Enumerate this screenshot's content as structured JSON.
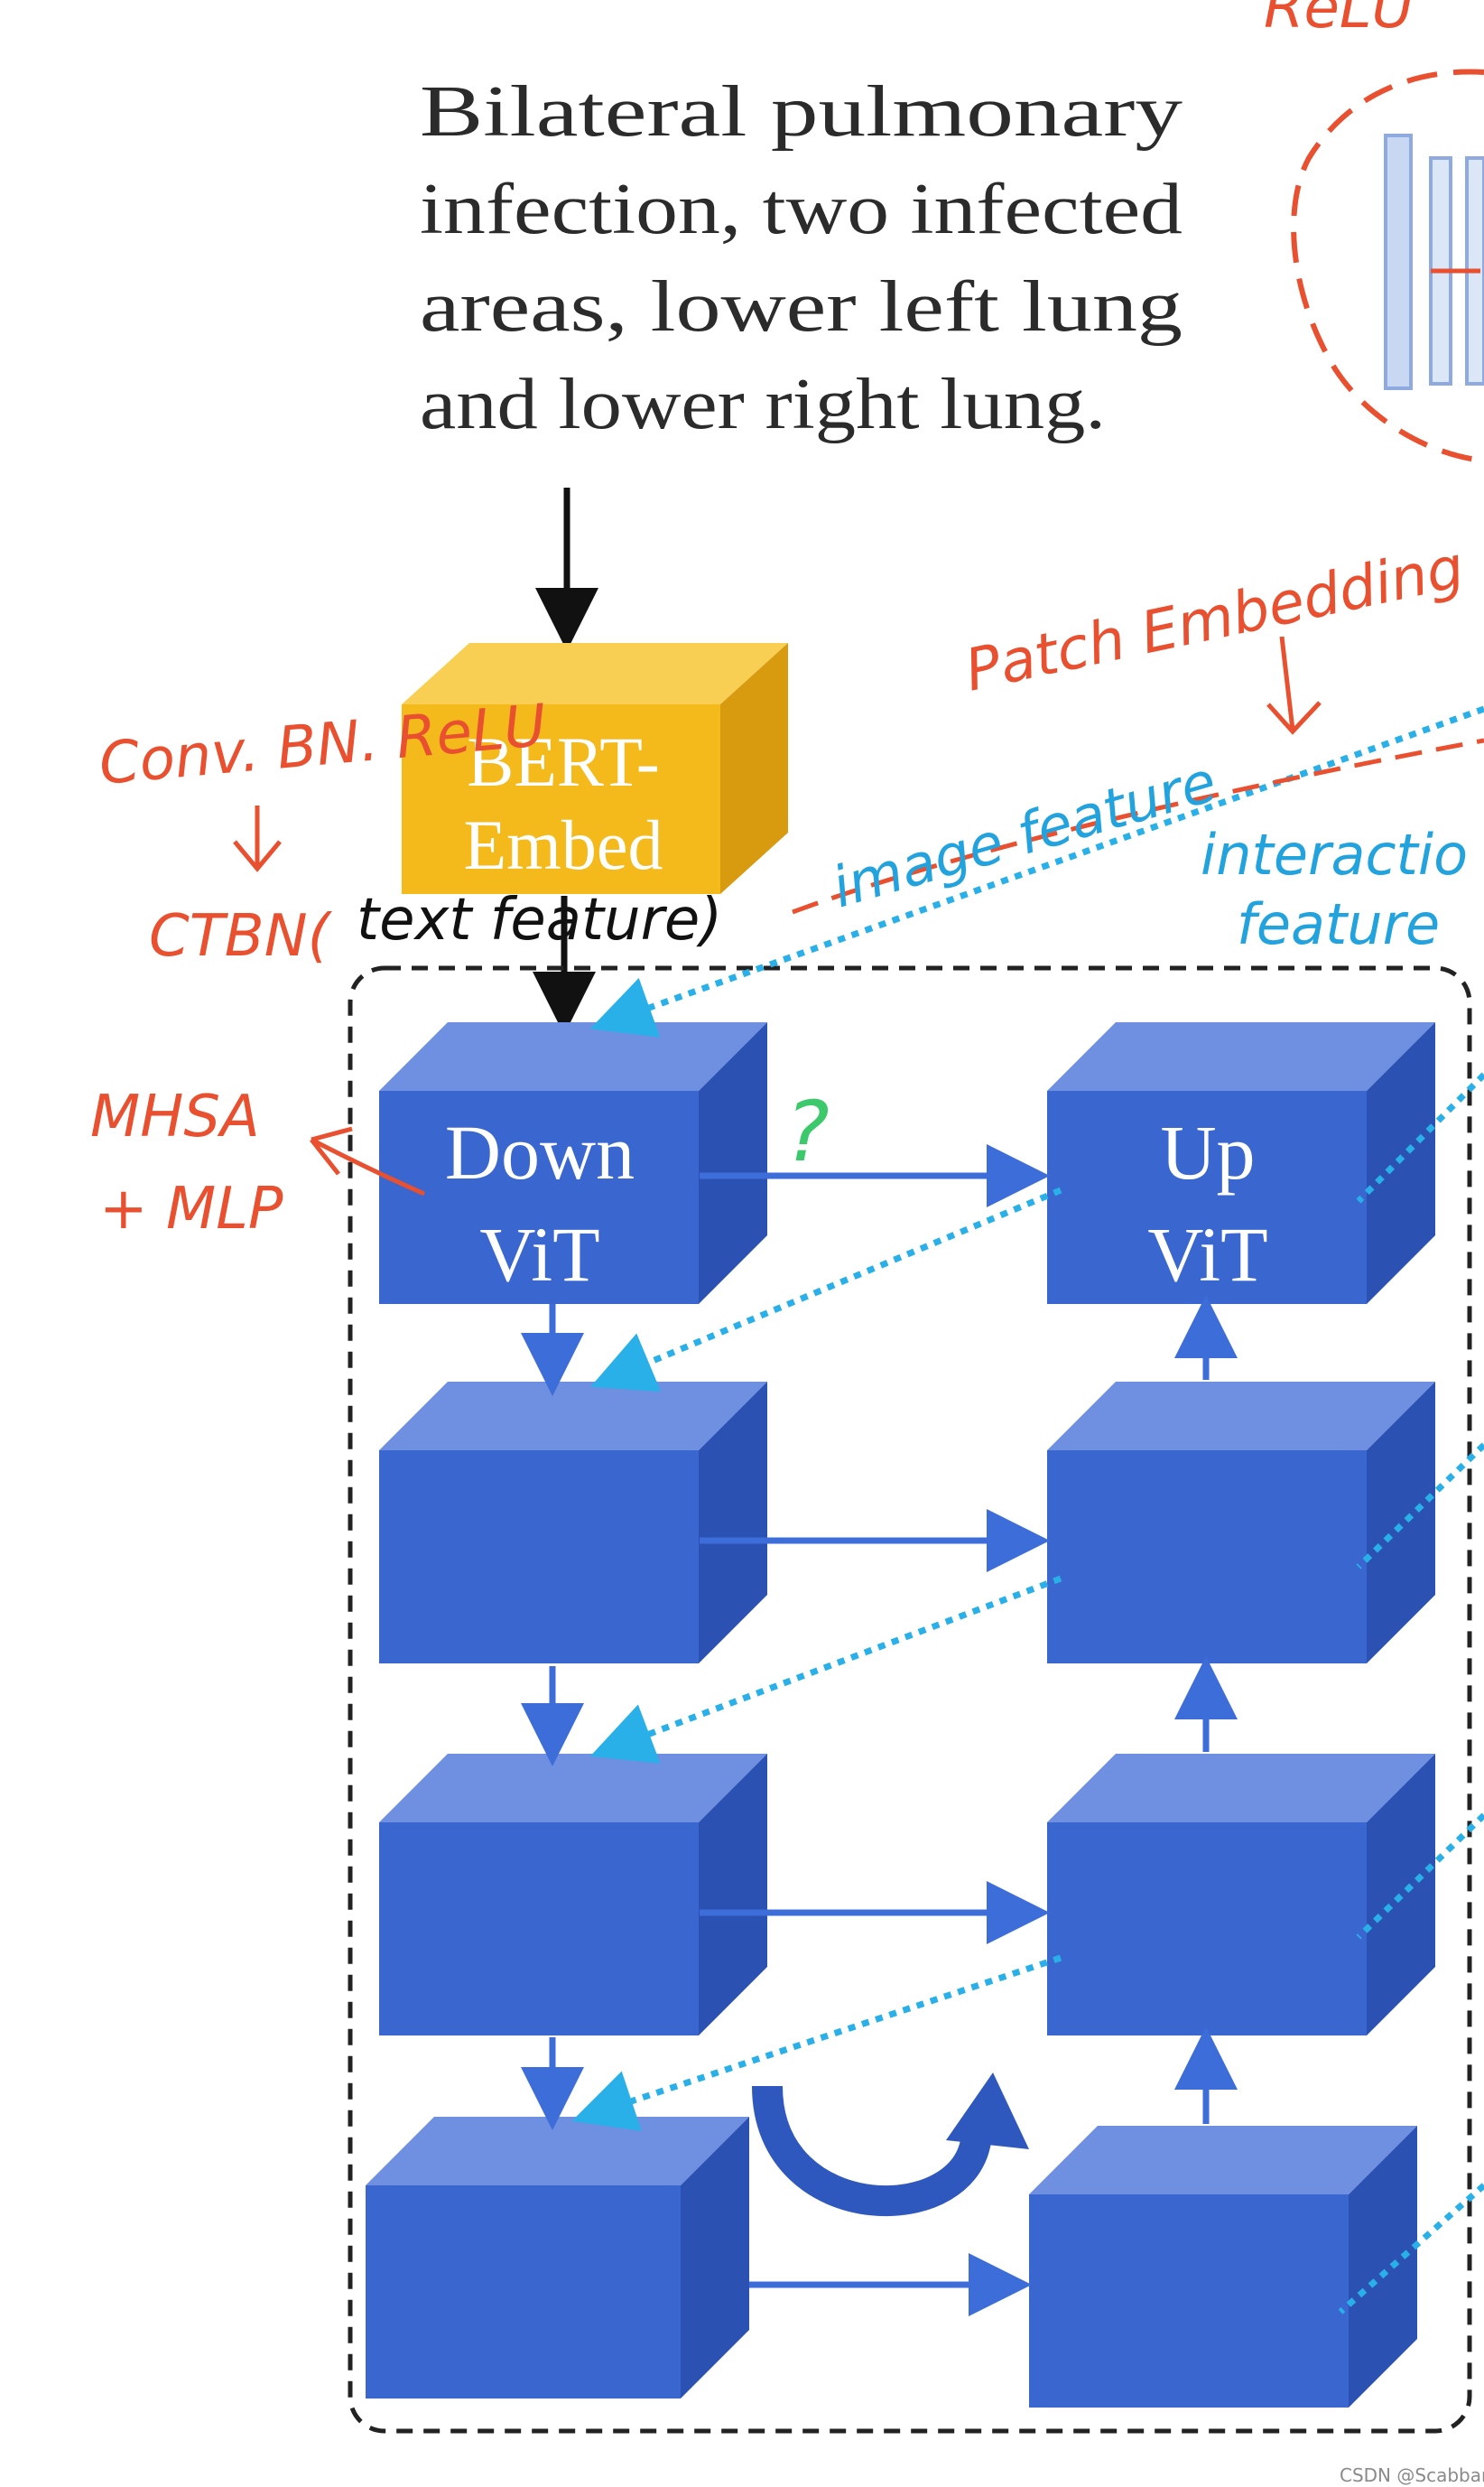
{
  "caption_lines": [
    "Bilateral pulmonary",
    "infection, two infected",
    "areas, lower left lung",
    "and lower right lung."
  ],
  "bert_label_lines": [
    "BERT-",
    "Embed"
  ],
  "down_vit_lines": [
    "Down",
    "ViT"
  ],
  "up_vit_lines": [
    "Up",
    "ViT"
  ],
  "annotations": {
    "conv_bn_relu": "Conv. BN. ReLU",
    "ctbn": "CTBN(",
    "text_feature": "text feature)",
    "mhsa": "MHSA",
    "mlp": "+ MLP",
    "patch_embedding": "Patch Embedding",
    "image_feature": "image feature",
    "interaction": "interactio",
    "interaction_feature": "feature",
    "question_mark": "?",
    "top_fragment": "ReLU"
  },
  "watermark": "CSDN @Scabbards_",
  "colors": {
    "block_front": "#3a67cf",
    "block_top": "#6f8fe0",
    "block_side": "#2b52b3",
    "bert_front": "#f4b91b",
    "bert_top": "#f8cf52",
    "bert_side": "#d89a0f",
    "arrow_blue": "#3d6dd9",
    "dotted_blue": "#2ab0e8",
    "hand_red": "#e8502f"
  }
}
